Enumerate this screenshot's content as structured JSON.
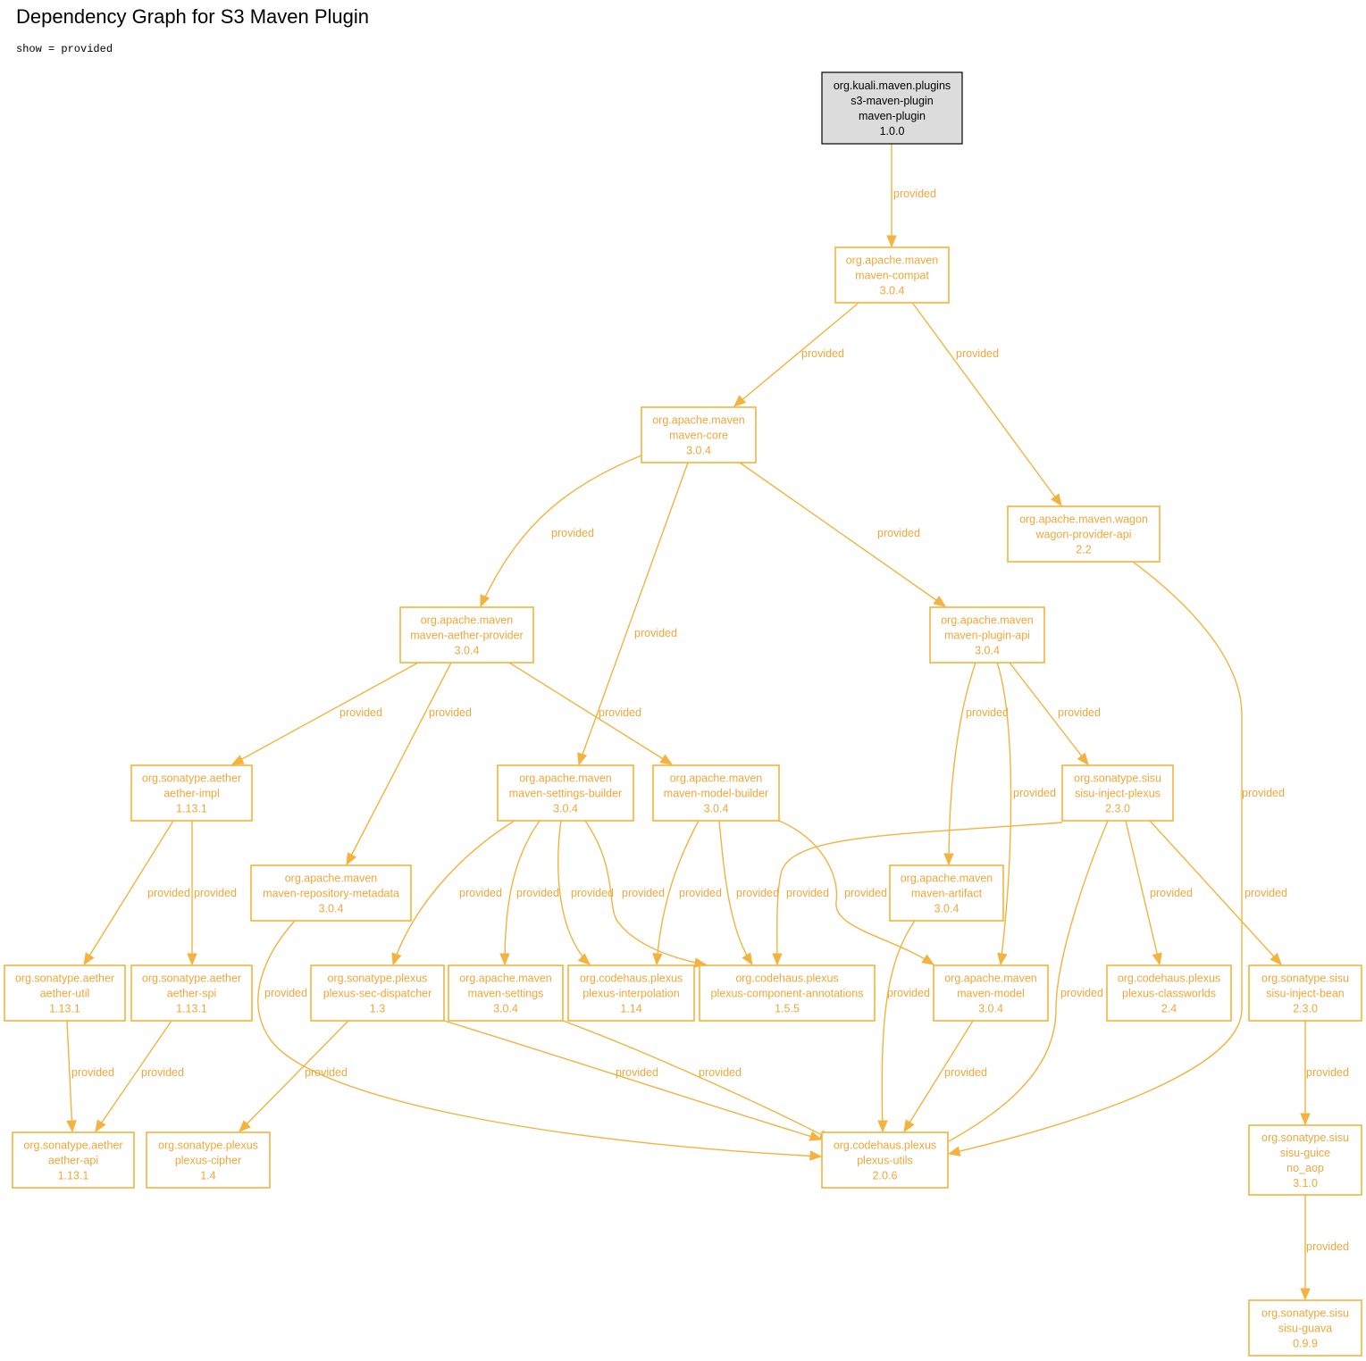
{
  "title": "Dependency Graph for S3 Maven Plugin",
  "subtitle": "show = provided",
  "colors": {
    "accent": "#f4b33e",
    "root_fill": "#dcdcdc",
    "root_stroke": "#000000"
  },
  "nodes": [
    {
      "id": "root",
      "lines": [
        "org.kuali.maven.plugins",
        "s3-maven-plugin",
        "maven-plugin",
        "1.0.0"
      ],
      "root": true
    },
    {
      "id": "compat",
      "lines": [
        "org.apache.maven",
        "maven-compat",
        "3.0.4"
      ]
    },
    {
      "id": "core",
      "lines": [
        "org.apache.maven",
        "maven-core",
        "3.0.4"
      ]
    },
    {
      "id": "wagon",
      "lines": [
        "org.apache.maven.wagon",
        "wagon-provider-api",
        "2.2"
      ]
    },
    {
      "id": "aetherprov",
      "lines": [
        "org.apache.maven",
        "maven-aether-provider",
        "3.0.4"
      ]
    },
    {
      "id": "pluginapi",
      "lines": [
        "org.apache.maven",
        "maven-plugin-api",
        "3.0.4"
      ]
    },
    {
      "id": "aetherimpl",
      "lines": [
        "org.sonatype.aether",
        "aether-impl",
        "1.13.1"
      ]
    },
    {
      "id": "settingsbuilder",
      "lines": [
        "org.apache.maven",
        "maven-settings-builder",
        "3.0.4"
      ]
    },
    {
      "id": "modelbuilder",
      "lines": [
        "org.apache.maven",
        "maven-model-builder",
        "3.0.4"
      ]
    },
    {
      "id": "sisuplexus",
      "lines": [
        "org.sonatype.sisu",
        "sisu-inject-plexus",
        "2.3.0"
      ]
    },
    {
      "id": "repometa",
      "lines": [
        "org.apache.maven",
        "maven-repository-metadata",
        "3.0.4"
      ]
    },
    {
      "id": "artifact",
      "lines": [
        "org.apache.maven",
        "maven-artifact",
        "3.0.4"
      ]
    },
    {
      "id": "aetherutil",
      "lines": [
        "org.sonatype.aether",
        "aether-util",
        "1.13.1"
      ]
    },
    {
      "id": "aetherspi",
      "lines": [
        "org.sonatype.aether",
        "aether-spi",
        "1.13.1"
      ]
    },
    {
      "id": "secdisp",
      "lines": [
        "org.sonatype.plexus",
        "plexus-sec-dispatcher",
        "1.3"
      ]
    },
    {
      "id": "settings",
      "lines": [
        "org.apache.maven",
        "maven-settings",
        "3.0.4"
      ]
    },
    {
      "id": "interp",
      "lines": [
        "org.codehaus.plexus",
        "plexus-interpolation",
        "1.14"
      ]
    },
    {
      "id": "compann",
      "lines": [
        "org.codehaus.plexus",
        "plexus-component-annotations",
        "1.5.5"
      ]
    },
    {
      "id": "model",
      "lines": [
        "org.apache.maven",
        "maven-model",
        "3.0.4"
      ]
    },
    {
      "id": "classworlds",
      "lines": [
        "org.codehaus.plexus",
        "plexus-classworlds",
        "2.4"
      ]
    },
    {
      "id": "sisubean",
      "lines": [
        "org.sonatype.sisu",
        "sisu-inject-bean",
        "2.3.0"
      ]
    },
    {
      "id": "aetherapi",
      "lines": [
        "org.sonatype.aether",
        "aether-api",
        "1.13.1"
      ]
    },
    {
      "id": "cipher",
      "lines": [
        "org.sonatype.plexus",
        "plexus-cipher",
        "1.4"
      ]
    },
    {
      "id": "utils",
      "lines": [
        "org.codehaus.plexus",
        "plexus-utils",
        "2.0.6"
      ]
    },
    {
      "id": "guice",
      "lines": [
        "org.sonatype.sisu",
        "sisu-guice",
        "no_aop",
        "3.1.0"
      ]
    },
    {
      "id": "guava",
      "lines": [
        "org.sonatype.sisu",
        "sisu-guava",
        "0.9.9"
      ]
    }
  ],
  "edges": [
    {
      "from": "root",
      "to": "compat",
      "label": "provided"
    },
    {
      "from": "compat",
      "to": "core",
      "label": "provided"
    },
    {
      "from": "compat",
      "to": "wagon",
      "label": "provided"
    },
    {
      "from": "core",
      "to": "aetherprov",
      "label": "provided"
    },
    {
      "from": "core",
      "to": "settingsbuilder",
      "label": "provided"
    },
    {
      "from": "core",
      "to": "pluginapi",
      "label": "provided"
    },
    {
      "from": "wagon",
      "to": "utils",
      "label": "provided"
    },
    {
      "from": "aetherprov",
      "to": "aetherimpl",
      "label": "provided"
    },
    {
      "from": "aetherprov",
      "to": "repometa",
      "label": "provided"
    },
    {
      "from": "aetherprov",
      "to": "modelbuilder",
      "label": "provided"
    },
    {
      "from": "pluginapi",
      "to": "artifact",
      "label": "provided"
    },
    {
      "from": "pluginapi",
      "to": "model",
      "label": "provided"
    },
    {
      "from": "pluginapi",
      "to": "sisuplexus",
      "label": "provided"
    },
    {
      "from": "aetherimpl",
      "to": "aetherutil",
      "label": "provided"
    },
    {
      "from": "aetherimpl",
      "to": "aetherspi",
      "label": "provided"
    },
    {
      "from": "settingsbuilder",
      "to": "secdisp",
      "label": "provided"
    },
    {
      "from": "settingsbuilder",
      "to": "settings",
      "label": "provided"
    },
    {
      "from": "settingsbuilder",
      "to": "interp",
      "label": "provided"
    },
    {
      "from": "settingsbuilder",
      "to": "compann",
      "label": "provided"
    },
    {
      "from": "modelbuilder",
      "to": "interp",
      "label": "provided"
    },
    {
      "from": "modelbuilder",
      "to": "compann",
      "label": "provided"
    },
    {
      "from": "modelbuilder",
      "to": "model",
      "label": "provided"
    },
    {
      "from": "sisuplexus",
      "to": "compann",
      "label": "provided"
    },
    {
      "from": "sisuplexus",
      "to": "utils",
      "label": "provided"
    },
    {
      "from": "sisuplexus",
      "to": "classworlds",
      "label": "provided"
    },
    {
      "from": "sisuplexus",
      "to": "sisubean",
      "label": "provided"
    },
    {
      "from": "repometa",
      "to": "utils",
      "label": "provided"
    },
    {
      "from": "artifact",
      "to": "utils",
      "label": "provided"
    },
    {
      "from": "aetherutil",
      "to": "aetherapi",
      "label": "provided"
    },
    {
      "from": "aetherspi",
      "to": "aetherapi",
      "label": "provided"
    },
    {
      "from": "secdisp",
      "to": "cipher",
      "label": "provided"
    },
    {
      "from": "secdisp",
      "to": "utils",
      "label": "provided"
    },
    {
      "from": "settings",
      "to": "utils",
      "label": "provided"
    },
    {
      "from": "model",
      "to": "utils",
      "label": "provided"
    },
    {
      "from": "sisubean",
      "to": "guice",
      "label": "provided"
    },
    {
      "from": "guice",
      "to": "guava",
      "label": "provided"
    }
  ]
}
